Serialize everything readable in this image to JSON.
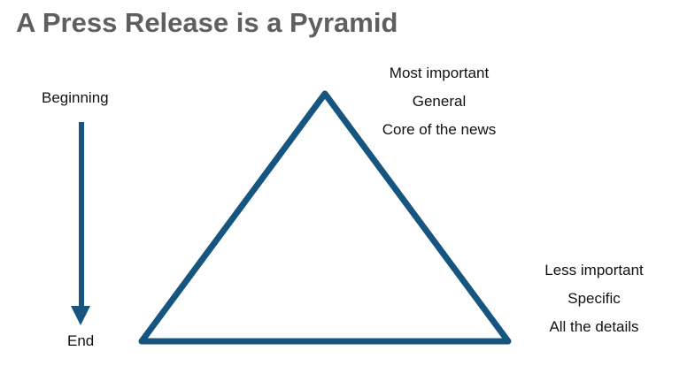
{
  "title": "A Press Release is a Pyramid",
  "colors": {
    "accent": "#15557f",
    "title": "#5f5f5f"
  },
  "axis": {
    "start": "Beginning",
    "end": "End"
  },
  "top_labels": [
    "Most important",
    "General",
    "Core of the news"
  ],
  "bottom_labels": [
    "Less important",
    "Specific",
    "All the details"
  ]
}
